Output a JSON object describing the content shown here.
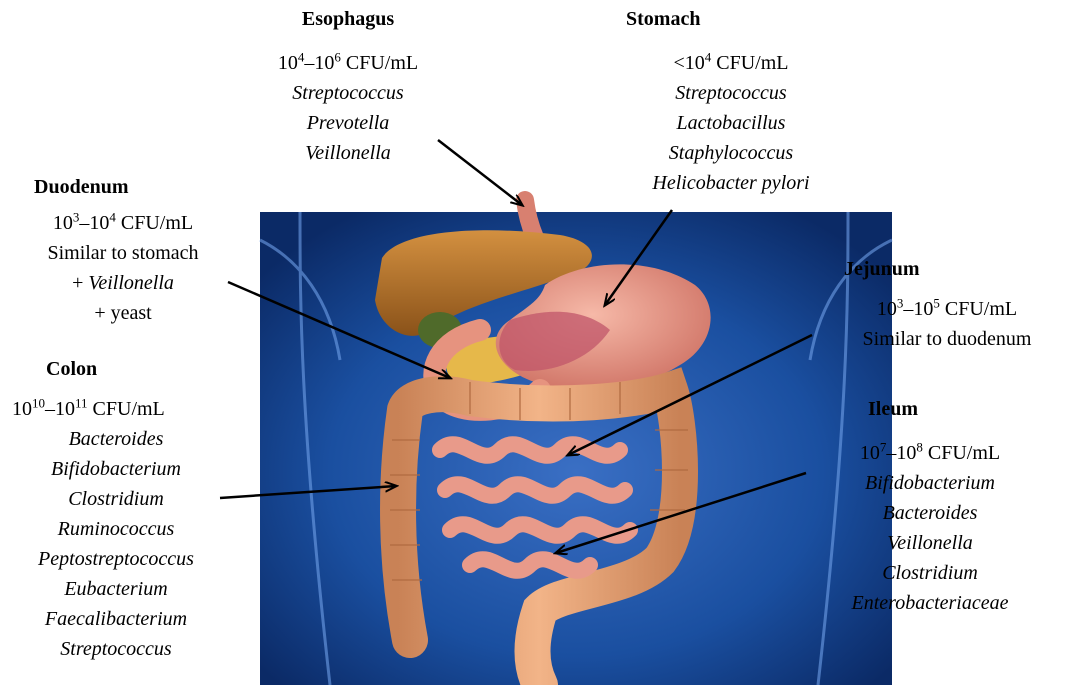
{
  "regions": {
    "esophagus": {
      "name": "Esophagus",
      "conc_base1": "10",
      "conc_exp1": "4",
      "conc_sep": "–",
      "conc_base2": "10",
      "conc_exp2": "6",
      "conc_unit": " CFU/mL",
      "lines": [
        {
          "text": "Streptococcus",
          "italic": true
        },
        {
          "text": "Prevotella",
          "italic": true
        },
        {
          "text": "Veillonella",
          "italic": true
        }
      ]
    },
    "stomach": {
      "name": "Stomach",
      "conc_prefix": "<",
      "conc_base1": "10",
      "conc_exp1": "4",
      "conc_unit": " CFU/mL",
      "lines": [
        {
          "text": "Streptococcus",
          "italic": true
        },
        {
          "text": "Lactobacillus",
          "italic": true
        },
        {
          "text": "Staphylococcus",
          "italic": true
        },
        {
          "text": "Helicobacter pylori",
          "italic": true
        }
      ]
    },
    "duodenum": {
      "name": "Duodenum",
      "conc_base1": "10",
      "conc_exp1": "3",
      "conc_sep": "–",
      "conc_base2": "10",
      "conc_exp2": "4",
      "conc_unit": " CFU/mL",
      "line1": "Similar to stomach",
      "line2_prefix": "+ ",
      "line2_italic": "Veillonella",
      "line3": "+ yeast"
    },
    "jejunum": {
      "name": "Jejunum",
      "conc_base1": "10",
      "conc_exp1": "3",
      "conc_sep": "–",
      "conc_base2": "10",
      "conc_exp2": "5",
      "conc_unit": " CFU/mL",
      "line1": "Similar to duodenum"
    },
    "colon": {
      "name": "Colon",
      "conc_base1": "10",
      "conc_exp1": "10",
      "conc_sep": "–",
      "conc_base2": "10",
      "conc_exp2": "11",
      "conc_unit": " CFU/mL",
      "lines": [
        {
          "text": "Bacteroides",
          "italic": true
        },
        {
          "text": "Bifidobacterium",
          "italic": true
        },
        {
          "text": "Clostridium",
          "italic": true
        },
        {
          "text": "Ruminococcus",
          "italic": true
        },
        {
          "text": "Peptostreptococcus",
          "italic": true
        },
        {
          "text": "Eubacterium",
          "italic": true
        },
        {
          "text": "Faecalibacterium",
          "italic": true
        },
        {
          "text": "Streptococcus",
          "italic": true
        }
      ]
    },
    "ileum": {
      "name": "Ileum",
      "conc_base1": "10",
      "conc_exp1": "7",
      "conc_sep": "–",
      "conc_base2": "10",
      "conc_exp2": "8",
      "conc_unit": " CFU/mL",
      "lines": [
        {
          "text": "Bifidobacterium",
          "italic": true
        },
        {
          "text": "Bacteroides",
          "italic": true
        },
        {
          "text": "Veillonella",
          "italic": true
        },
        {
          "text": "Clostridium",
          "italic": true
        },
        {
          "text": "Enterobacteriaceae",
          "italic": true
        }
      ]
    }
  },
  "colors": {
    "background_blue": "#1a4fa0",
    "background_dark": "#0b2a66",
    "organ_pink": "#e89a8a",
    "liver_brown": "#b8742a",
    "colon_orange": "#e8a070",
    "arrow": "#000000"
  }
}
